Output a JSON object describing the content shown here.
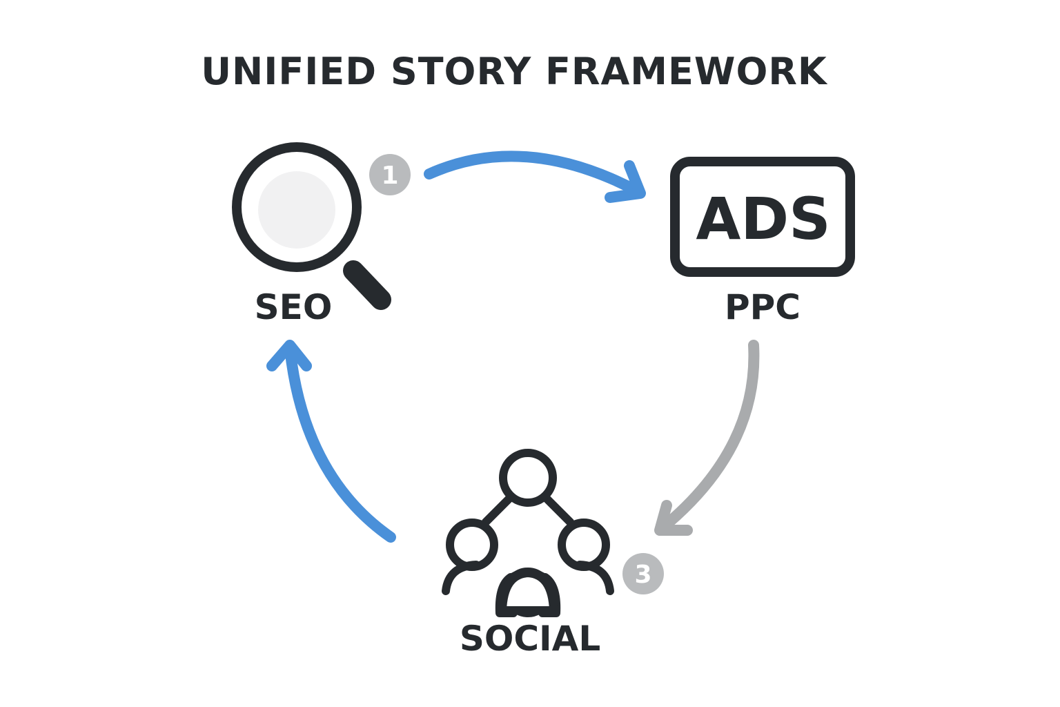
{
  "title": "UNIFIED STORY FRAMEWORK",
  "nodes": {
    "seo": {
      "label": "SEO",
      "icon": "magnifier-icon"
    },
    "ppc": {
      "label": "PPC",
      "icon": "ads-box-icon",
      "icon_text": "ADS"
    },
    "social": {
      "label": "SOCIAL",
      "icon": "people-network-icon"
    }
  },
  "badges": {
    "step1": "1",
    "step3": "3"
  },
  "colors": {
    "text": "#262a2e",
    "arrow_blue": "#4a90d9",
    "arrow_gray": "#a9abad",
    "badge_gray": "#b9bbbd"
  }
}
